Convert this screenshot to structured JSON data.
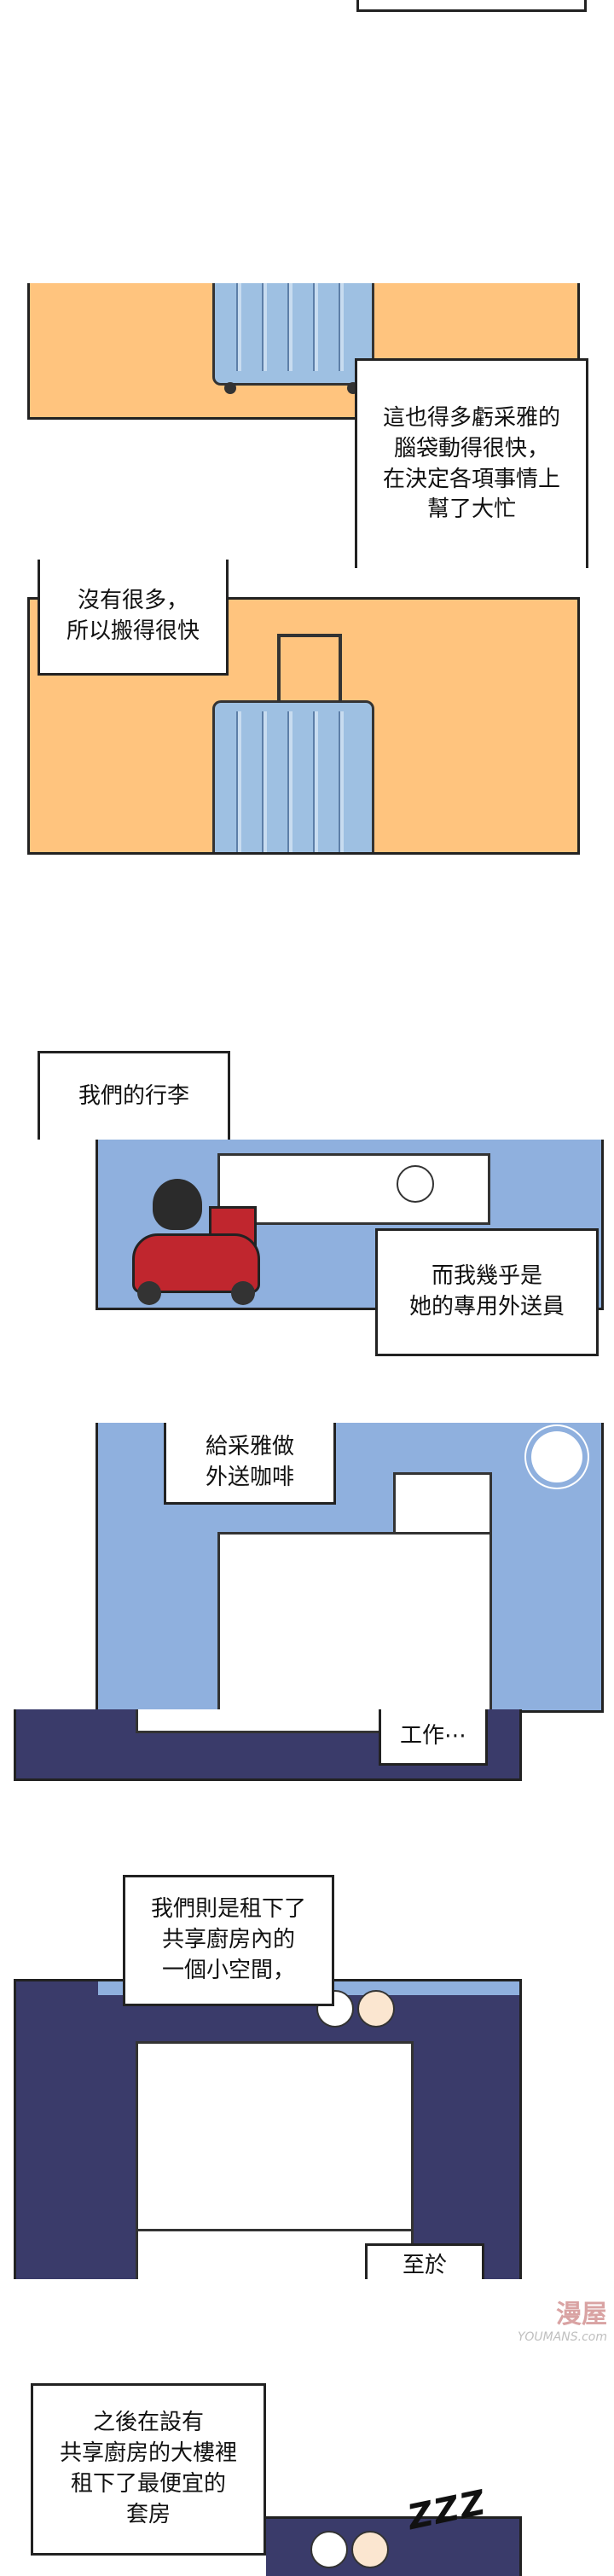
{
  "captions": {
    "c1": "這也得多虧采雅的\n腦袋動得很快，\n在決定各項事情上\n幫了大忙",
    "c2": "沒有很多，\n所以搬得很快",
    "c3": "我們的行李",
    "c4": "而我幾乎是\n她的專用外送員",
    "c5": "給采雅做\n外送咖啡",
    "c6": "工作⋯",
    "c7": "我們則是租下了\n共享廚房內的\n一個小空間，",
    "c8": "至於",
    "c9": "之後在設有\n共享廚房的大樓裡\n租下了最便宜的\n套房"
  },
  "sfx": {
    "sleep": "ZZZ"
  },
  "watermark": {
    "logo": "漫屋",
    "url": "YOUMANS.com"
  },
  "colors": {
    "yellow": "#ffc47e",
    "blue": "#8fb0de",
    "navy": "#3a3b6a",
    "ink": "#222222"
  }
}
